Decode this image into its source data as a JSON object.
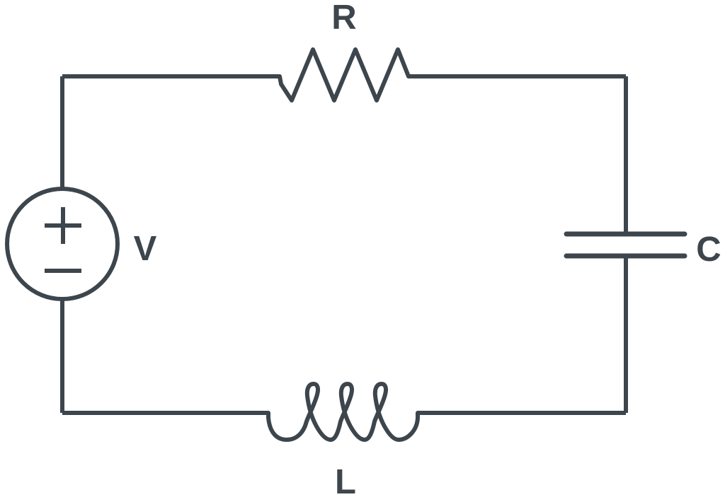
{
  "diagram": {
    "kind": "series-rlc-circuit-schematic",
    "background": "#ffffff",
    "stroke_color": "#3d454d",
    "components": [
      {
        "id": "voltage-source",
        "label": "V",
        "symbol": "dc-voltage-source-circle",
        "polarity_top": "+",
        "polarity_bottom": "−",
        "position": "left"
      },
      {
        "id": "resistor",
        "label": "R",
        "symbol": "resistor-zigzag",
        "position": "top"
      },
      {
        "id": "capacitor",
        "label": "C",
        "symbol": "capacitor-parallel-plates",
        "position": "right"
      },
      {
        "id": "inductor",
        "label": "L",
        "symbol": "inductor-coil-3-loops",
        "position": "bottom"
      }
    ]
  }
}
